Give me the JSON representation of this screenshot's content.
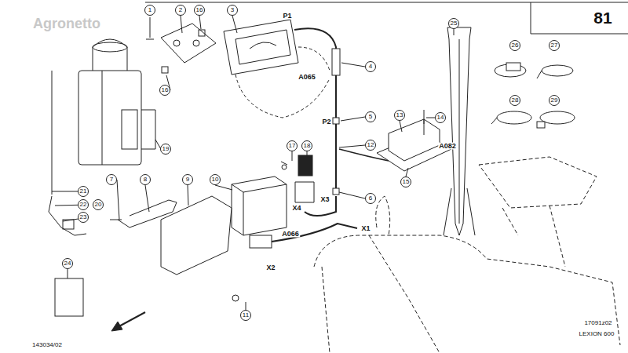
{
  "diagram": {
    "labels": [
      "Agronetto",
      "1",
      "2",
      "16",
      "3",
      "P1",
      "81",
      "25",
      "26",
      "27",
      "A065",
      "4",
      "16",
      "28",
      "29",
      "13",
      "5",
      "P2",
      "14",
      "12",
      "A082",
      "19",
      "17",
      "18",
      "15",
      "7",
      "8",
      "9",
      "10",
      "21",
      "X3",
      "6",
      "22",
      "20",
      "X4",
      "23",
      "X1",
      "A066",
      "24",
      "X2",
      "11",
      "17091z02",
      "LEXION 600",
      "143034/02"
    ]
  }
}
